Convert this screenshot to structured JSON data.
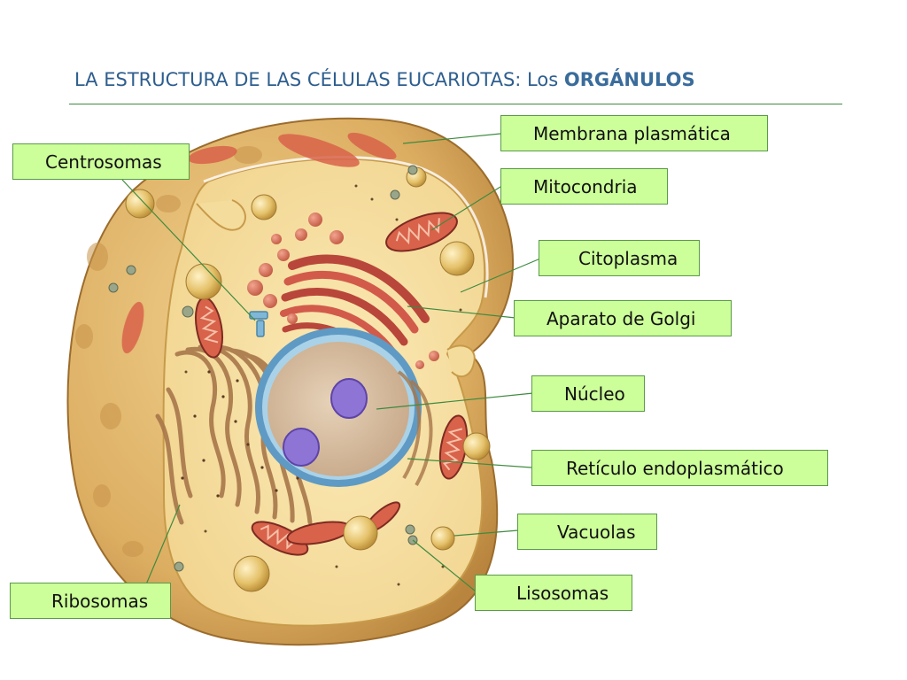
{
  "title": {
    "prefix": "LA ESTRUCTURA DE LAS CÉLULAS EUCARIOTAS: Los ",
    "emphasis": "ORGÁNULOS"
  },
  "labels": {
    "membrana": "Membrana plasmática",
    "centrosomas": "Centrosomas",
    "mitocondria": "Mitocondria",
    "citoplasma": "Citoplasma",
    "golgi": "Aparato de Golgi",
    "nucleo": "Núcleo",
    "reticulo": "Retículo endoplasmático",
    "vacuolas": "Vacuolas",
    "lisosomas": "Lisosomas",
    "ribosomas": "Ribosomas"
  },
  "colors": {
    "label_fill": "#ccfe99",
    "label_border": "#5a9a4a",
    "leader_line": "#3f8a3f",
    "title_text": "#2e5e8e"
  }
}
